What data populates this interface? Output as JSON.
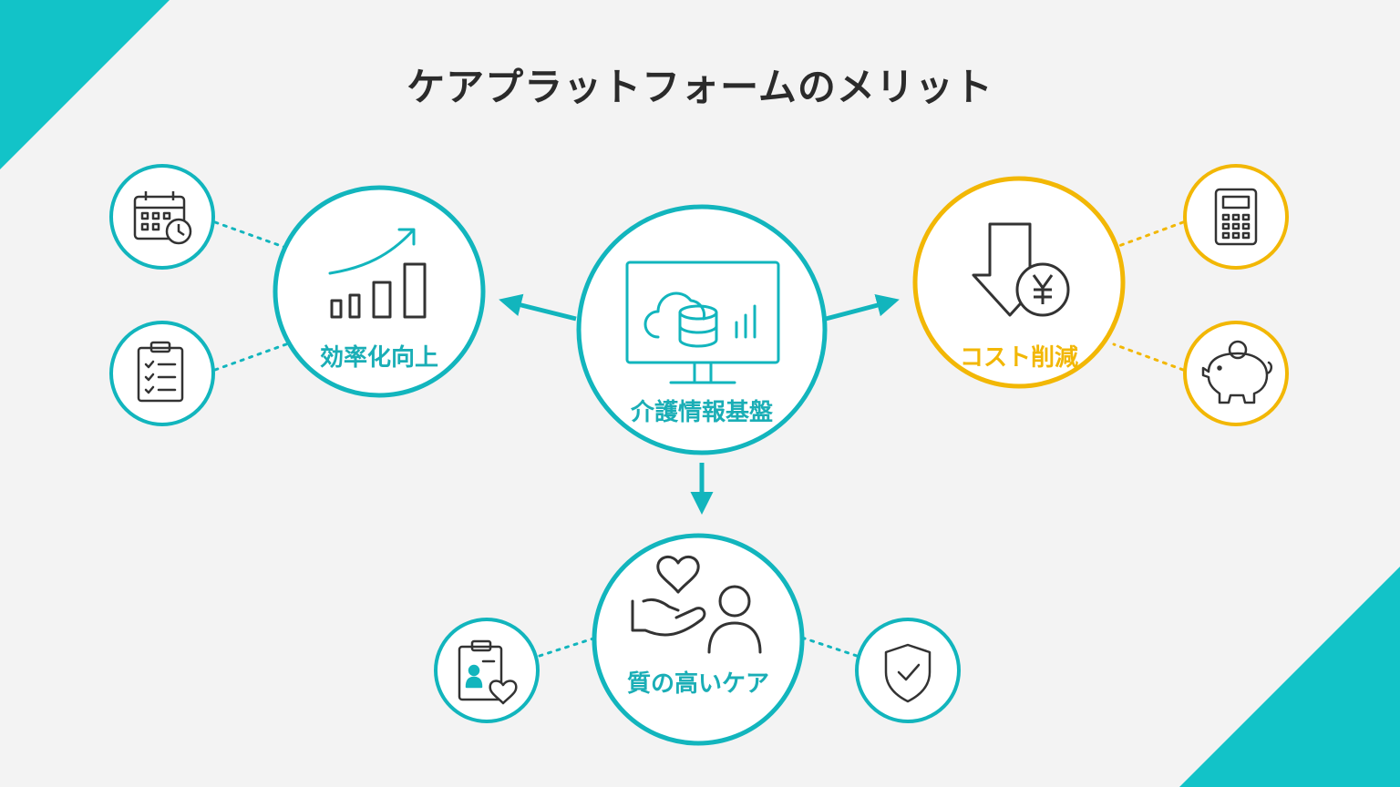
{
  "title": "ケアプラットフォームのメリット",
  "colors": {
    "teal": "#12b5bd",
    "gold": "#f2b705",
    "dark": "#333333",
    "background": "#f3f3f3"
  },
  "center": {
    "label": "介護情報基盤",
    "icon": "monitor-cloud-database-icon"
  },
  "branches": [
    {
      "label": "効率化向上",
      "color": "teal",
      "icon": "growth-chart-icon",
      "satellites": [
        "calendar-clock-icon",
        "checklist-clipboard-icon"
      ]
    },
    {
      "label": "コスト削減",
      "color": "gold",
      "icon": "down-arrow-yen-icon",
      "satellites": [
        "calculator-icon",
        "piggy-bank-icon"
      ]
    },
    {
      "label": "質の高いケア",
      "color": "teal",
      "icon": "caring-hand-heart-person-icon",
      "satellites": [
        "care-record-clipboard-icon",
        "shield-check-icon"
      ]
    }
  ]
}
